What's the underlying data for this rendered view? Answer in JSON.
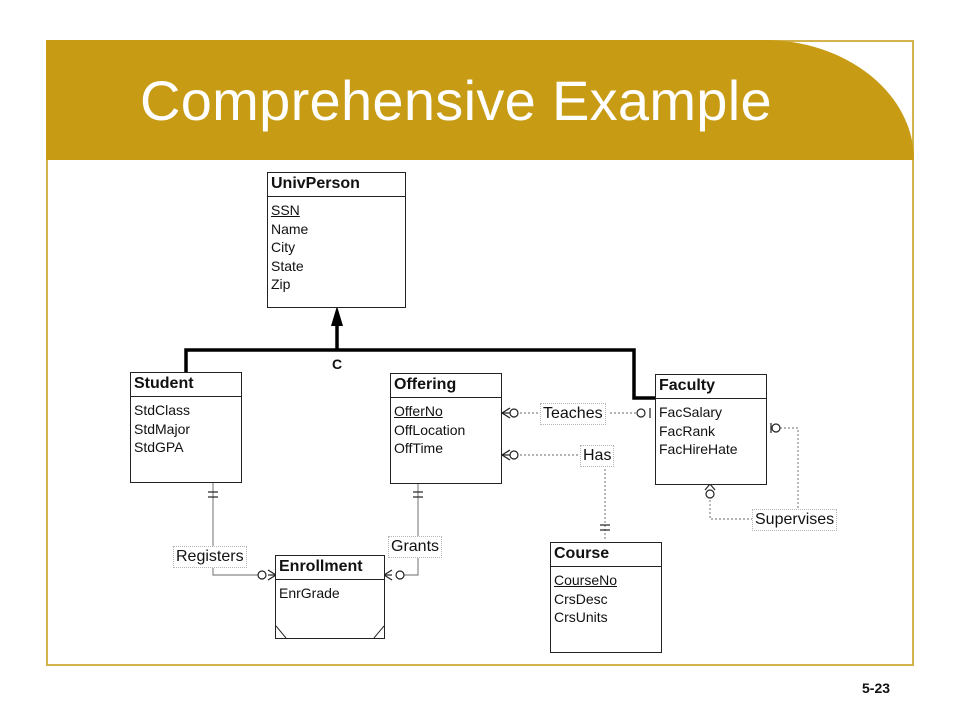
{
  "slide": {
    "title": "Comprehensive Example",
    "page_number": "5-23"
  },
  "generalization": {
    "constraint_label": "C"
  },
  "entities": {
    "univperson": {
      "name": "UnivPerson",
      "attributes": [
        "SSN",
        "Name",
        "City",
        "State",
        "Zip"
      ],
      "primary_key": "SSN"
    },
    "student": {
      "name": "Student",
      "attributes": [
        "StdClass",
        "StdMajor",
        "StdGPA"
      ]
    },
    "offering": {
      "name": "Offering",
      "attributes": [
        "OfferNo",
        "OffLocation",
        "OffTime"
      ],
      "primary_key": "OfferNo"
    },
    "faculty": {
      "name": "Faculty",
      "attributes": [
        "FacSalary",
        "FacRank",
        "FacHireHate"
      ]
    },
    "enrollment": {
      "name": "Enrollment",
      "attributes": [
        "EnrGrade"
      ]
    },
    "course": {
      "name": "Course",
      "attributes": [
        "CourseNo",
        "CrsDesc",
        "CrsUnits"
      ],
      "primary_key": "CourseNo"
    }
  },
  "relationships": {
    "teaches": "Teaches",
    "has": "Has",
    "supervises": "Supervises",
    "registers": "Registers",
    "grants": "Grants"
  }
}
